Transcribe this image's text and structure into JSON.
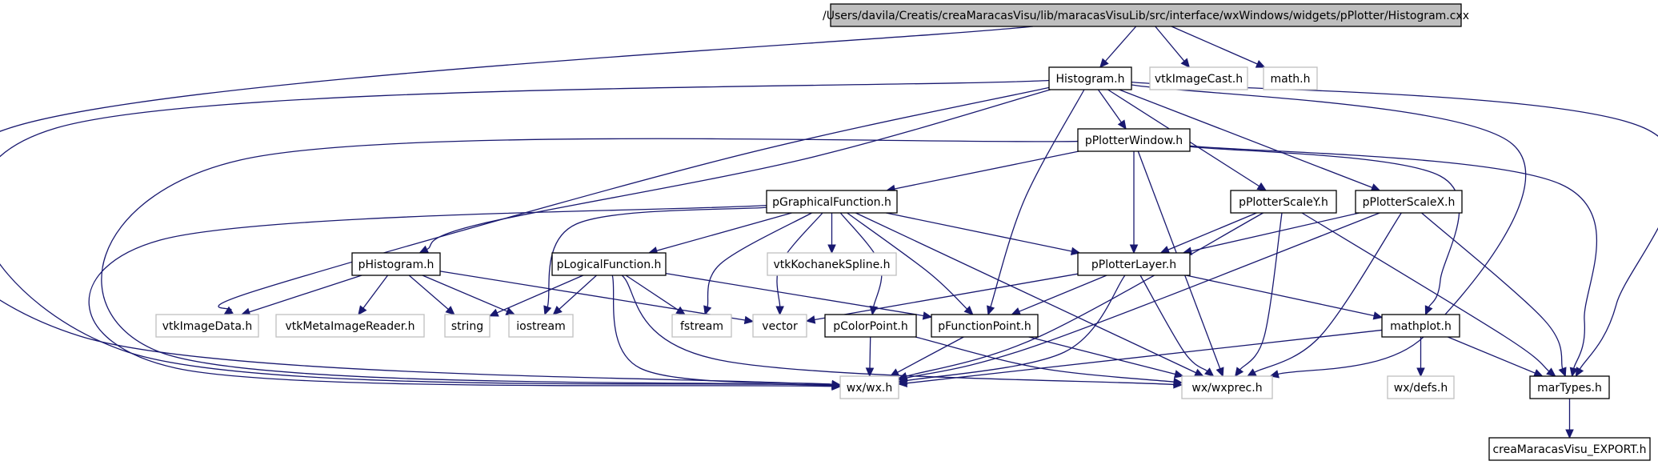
{
  "graph": {
    "colors": {
      "edge": "#191970",
      "root_fill": "#bfbfbf",
      "node_border": "#000000",
      "external_border": "#bfbfbf"
    },
    "nodes": [
      {
        "id": "root",
        "label": "/Users/davila/Creatis/creaMaracasVisu/lib/maracasVisuLib/src/interface/wxWindows/widgets/pPlotter/Histogram.cxx",
        "kind": "root"
      },
      {
        "id": "histogram",
        "label": "Histogram.h",
        "kind": "file"
      },
      {
        "id": "vtkimagecast",
        "label": "vtkImageCast.h",
        "kind": "external"
      },
      {
        "id": "math",
        "label": "math.h",
        "kind": "external"
      },
      {
        "id": "pplotterwindow",
        "label": "pPlotterWindow.h",
        "kind": "file"
      },
      {
        "id": "pgraphicalfunction",
        "label": "pGraphicalFunction.h",
        "kind": "file"
      },
      {
        "id": "pplotterscaley",
        "label": "pPlotterScaleY.h",
        "kind": "file"
      },
      {
        "id": "pplotterscalex",
        "label": "pPlotterScaleX.h",
        "kind": "file"
      },
      {
        "id": "phistogram",
        "label": "pHistogram.h",
        "kind": "file"
      },
      {
        "id": "plogicalfunction",
        "label": "pLogicalFunction.h",
        "kind": "file"
      },
      {
        "id": "vtkkochanek",
        "label": "vtkKochanekSpline.h",
        "kind": "external"
      },
      {
        "id": "pplotterlayer",
        "label": "pPlotterLayer.h",
        "kind": "file"
      },
      {
        "id": "vtkimagedata",
        "label": "vtkImageData.h",
        "kind": "external"
      },
      {
        "id": "vtkmetaimagereader",
        "label": "vtkMetaImageReader.h",
        "kind": "external"
      },
      {
        "id": "string",
        "label": "string",
        "kind": "external"
      },
      {
        "id": "iostream",
        "label": "iostream",
        "kind": "external"
      },
      {
        "id": "fstream",
        "label": "fstream",
        "kind": "external"
      },
      {
        "id": "vector",
        "label": "vector",
        "kind": "external"
      },
      {
        "id": "pcolorpoint",
        "label": "pColorPoint.h",
        "kind": "file"
      },
      {
        "id": "pfunctionpoint",
        "label": "pFunctionPoint.h",
        "kind": "file"
      },
      {
        "id": "mathplot",
        "label": "mathplot.h",
        "kind": "file"
      },
      {
        "id": "wxwx",
        "label": "wx/wx.h",
        "kind": "external"
      },
      {
        "id": "wxwxprec",
        "label": "wx/wxprec.h",
        "kind": "external"
      },
      {
        "id": "wxdefs",
        "label": "wx/defs.h",
        "kind": "external"
      },
      {
        "id": "martypes",
        "label": "marTypes.h",
        "kind": "file"
      },
      {
        "id": "creaexport",
        "label": "creaMaracasVisu_EXPORT.h",
        "kind": "file"
      }
    ],
    "edges": [
      {
        "from": "root",
        "to": "histogram"
      },
      {
        "from": "root",
        "to": "vtkimagecast"
      },
      {
        "from": "root",
        "to": "math"
      },
      {
        "from": "root",
        "to": "wxwx"
      },
      {
        "from": "histogram",
        "to": "pplotterwindow"
      },
      {
        "from": "histogram",
        "to": "pplotterscaley"
      },
      {
        "from": "histogram",
        "to": "pplotterscalex"
      },
      {
        "from": "histogram",
        "to": "phistogram"
      },
      {
        "from": "histogram",
        "to": "vtkimagedata"
      },
      {
        "from": "histogram",
        "to": "pfunctionpoint"
      },
      {
        "from": "histogram",
        "to": "wxwx"
      },
      {
        "from": "histogram",
        "to": "wxwxprec"
      },
      {
        "from": "histogram",
        "to": "martypes"
      },
      {
        "from": "pplotterwindow",
        "to": "pgraphicalfunction"
      },
      {
        "from": "pplotterwindow",
        "to": "pplotterlayer"
      },
      {
        "from": "pplotterwindow",
        "to": "mathplot"
      },
      {
        "from": "pplotterwindow",
        "to": "wxwx"
      },
      {
        "from": "pplotterwindow",
        "to": "wxwxprec"
      },
      {
        "from": "pplotterwindow",
        "to": "martypes"
      },
      {
        "from": "pgraphicalfunction",
        "to": "plogicalfunction"
      },
      {
        "from": "pgraphicalfunction",
        "to": "vtkkochanek"
      },
      {
        "from": "pgraphicalfunction",
        "to": "pplotterlayer"
      },
      {
        "from": "pgraphicalfunction",
        "to": "iostream"
      },
      {
        "from": "pgraphicalfunction",
        "to": "fstream"
      },
      {
        "from": "pgraphicalfunction",
        "to": "vector"
      },
      {
        "from": "pgraphicalfunction",
        "to": "pcolorpoint"
      },
      {
        "from": "pgraphicalfunction",
        "to": "pfunctionpoint"
      },
      {
        "from": "pgraphicalfunction",
        "to": "wxwx"
      },
      {
        "from": "pgraphicalfunction",
        "to": "wxwxprec"
      },
      {
        "from": "pplotterscaley",
        "to": "pplotterlayer"
      },
      {
        "from": "pplotterscaley",
        "to": "wxwx"
      },
      {
        "from": "pplotterscaley",
        "to": "wxwxprec"
      },
      {
        "from": "pplotterscaley",
        "to": "martypes"
      },
      {
        "from": "pplotterscalex",
        "to": "pplotterlayer"
      },
      {
        "from": "pplotterscalex",
        "to": "wxwx"
      },
      {
        "from": "pplotterscalex",
        "to": "wxwxprec"
      },
      {
        "from": "pplotterscalex",
        "to": "martypes"
      },
      {
        "from": "phistogram",
        "to": "vtkimagedata"
      },
      {
        "from": "phistogram",
        "to": "vtkmetaimagereader"
      },
      {
        "from": "phistogram",
        "to": "string"
      },
      {
        "from": "phistogram",
        "to": "iostream"
      },
      {
        "from": "phistogram",
        "to": "vector"
      },
      {
        "from": "plogicalfunction",
        "to": "string"
      },
      {
        "from": "plogicalfunction",
        "to": "iostream"
      },
      {
        "from": "plogicalfunction",
        "to": "fstream"
      },
      {
        "from": "plogicalfunction",
        "to": "pfunctionpoint"
      },
      {
        "from": "plogicalfunction",
        "to": "wxwx"
      },
      {
        "from": "plogicalfunction",
        "to": "wxwxprec"
      },
      {
        "from": "pplotterlayer",
        "to": "vector"
      },
      {
        "from": "pplotterlayer",
        "to": "pfunctionpoint"
      },
      {
        "from": "pplotterlayer",
        "to": "mathplot"
      },
      {
        "from": "pplotterlayer",
        "to": "wxwx"
      },
      {
        "from": "pplotterlayer",
        "to": "wxwxprec"
      },
      {
        "from": "pcolorpoint",
        "to": "wxwx"
      },
      {
        "from": "pcolorpoint",
        "to": "wxwxprec"
      },
      {
        "from": "pfunctionpoint",
        "to": "wxwx"
      },
      {
        "from": "pfunctionpoint",
        "to": "wxwxprec"
      },
      {
        "from": "mathplot",
        "to": "wxdefs"
      },
      {
        "from": "mathplot",
        "to": "martypes"
      },
      {
        "from": "mathplot",
        "to": "wxwx"
      },
      {
        "from": "martypes",
        "to": "creaexport"
      }
    ]
  }
}
